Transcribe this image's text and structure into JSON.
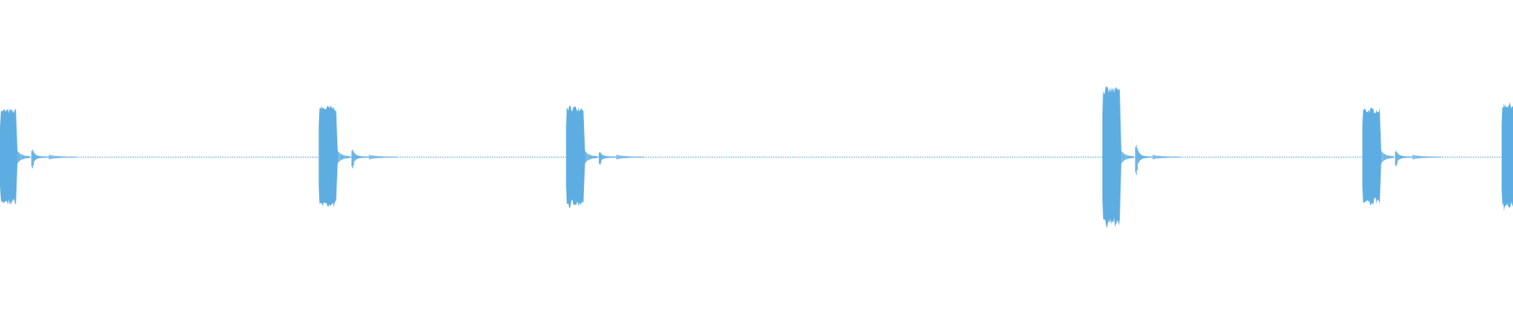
{
  "waveform": {
    "color": "#5dade2",
    "background": "#ffffff",
    "clip_max_amplitude": 1.0,
    "events": [
      {
        "onset": 0.0,
        "body_duration": 0.0105,
        "amplitude": 0.62,
        "echo": 0.12
      },
      {
        "onset": 0.2107,
        "body_duration": 0.0115,
        "amplitude": 0.66,
        "echo": 0.12
      },
      {
        "onset": 0.3741,
        "body_duration": 0.0115,
        "amplitude": 0.66,
        "echo": 0.08
      },
      {
        "onset": 0.7286,
        "body_duration": 0.0115,
        "amplitude": 0.9,
        "echo": 0.2
      },
      {
        "onset": 0.9004,
        "body_duration": 0.0115,
        "amplitude": 0.63,
        "echo": 0.1
      },
      {
        "onset": 0.9925,
        "body_duration": 0.0075,
        "amplitude": 0.7,
        "echo": 0.0
      }
    ]
  }
}
